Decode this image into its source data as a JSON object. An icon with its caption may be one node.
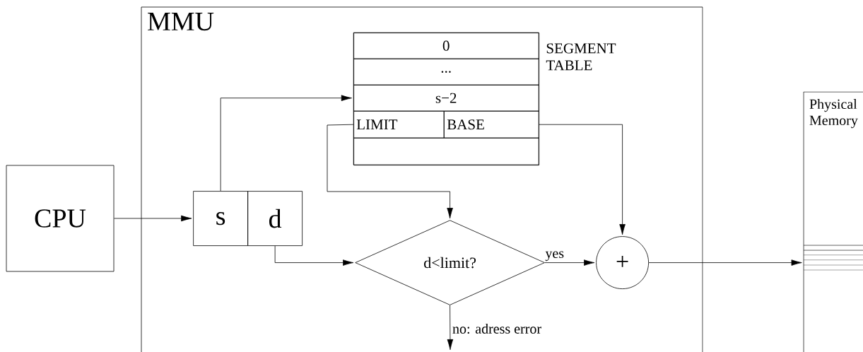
{
  "diagram": {
    "nodes": [
      {
        "text": [
          "MMU"
        ]
      },
      {
        "text": [
          "CPU"
        ]
      },
      {
        "text": [
          "s"
        ],
        "in": 0
      },
      {
        "text": [
          "d"
        ],
        "in": 0
      },
      {
        "text": [],
        "shape": "box",
        "in": 0,
        "beside": [
          "SEGMENT TABLE"
        ]
      },
      {
        "text": [
          "0"
        ],
        "in": 4
      },
      {
        "text": [
          "..."
        ],
        "in": 4
      },
      {
        "text": [
          "s−2"
        ],
        "in": 4
      },
      {
        "text": [
          "LIMIT"
        ],
        "in": 4
      },
      {
        "text": [
          "BASE"
        ],
        "in": 4
      },
      {
        "text": [],
        "shape": "box",
        "in": 4
      },
      {
        "text": [
          "d<limit?"
        ],
        "in": 0
      },
      {
        "text": [
          "+"
        ],
        "in": 0
      },
      {
        "text": [
          "Physical Memory"
        ]
      }
    ],
    "edges": [
      {
        "from": 1,
        "to": 2,
        "arrow": "to"
      },
      {
        "from": 2,
        "to": 7,
        "arrow": "to"
      },
      {
        "from": 8,
        "to": 11,
        "arrow": "to"
      },
      {
        "from": 9,
        "to": 12,
        "arrow": "to"
      },
      {
        "from": 3,
        "to": 11,
        "arrow": "to"
      },
      {
        "from": 11,
        "to": 12,
        "arrow": "to",
        "label": "yes"
      },
      {
        "from": 11,
        "to": null,
        "arrow": "to",
        "label": "no: adress error"
      },
      {
        "from": 12,
        "to": 13,
        "arrow": "to"
      }
    ]
  }
}
